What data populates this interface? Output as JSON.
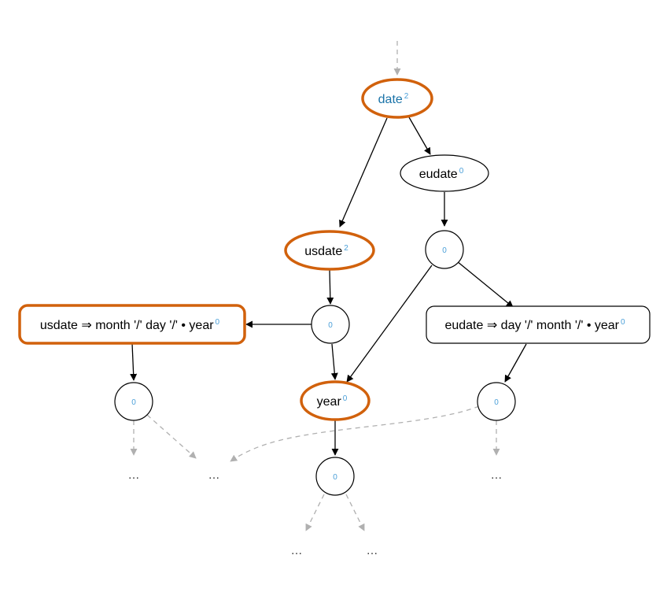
{
  "nodes": {
    "date": {
      "label": "date",
      "sup": "2"
    },
    "eudate": {
      "label": "eudate",
      "sup": "0"
    },
    "usdate": {
      "label": "usdate",
      "sup": "2"
    },
    "eudate_state": {
      "count": "0"
    },
    "usdate_state": {
      "count": "0"
    },
    "usdate_rule": {
      "label": "usdate ⇒ month '/' day '/' • year",
      "sup": "0"
    },
    "eudate_rule": {
      "label": "eudate ⇒ day '/' month '/' • year",
      "sup": "0"
    },
    "left_state": {
      "count": "0"
    },
    "year": {
      "label": "year",
      "sup": "0"
    },
    "right_state": {
      "count": "0"
    },
    "year_state": {
      "count": "0"
    }
  },
  "ellipsis": "…",
  "colors": {
    "highlight": "#d1610c",
    "count": "#4a9fd8",
    "root_label": "#1a73a8",
    "dashed_edge": "#b0b0b0"
  }
}
